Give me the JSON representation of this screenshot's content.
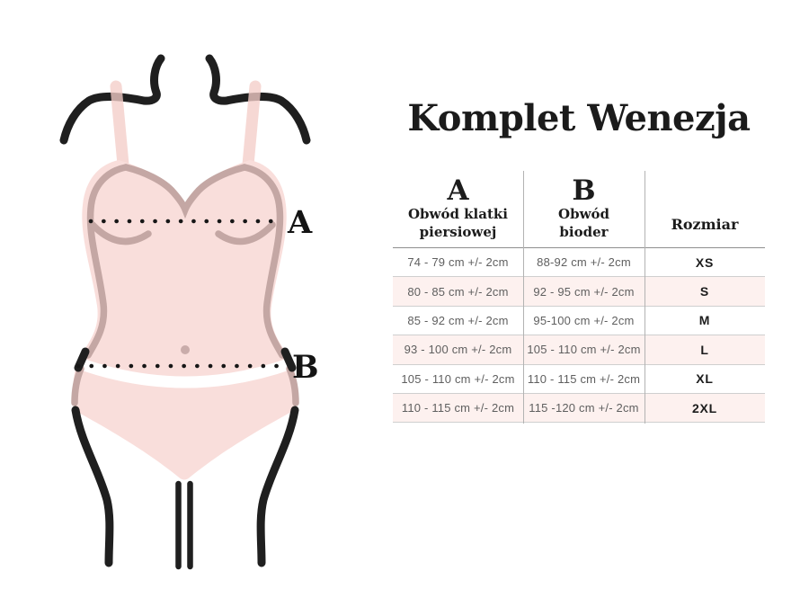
{
  "title": "Komplet Wenezja",
  "figure": {
    "label_a": "A",
    "label_b": "B"
  },
  "size_table": {
    "columns": [
      {
        "letter": "A",
        "label_line1": "Obwód klatki",
        "label_line2": "piersiowej"
      },
      {
        "letter": "B",
        "label_line1": "Obwód",
        "label_line2": "bioder"
      },
      {
        "label": "Rozmiar"
      }
    ],
    "rows": [
      {
        "chest": "74 - 79 cm +/- 2cm",
        "hips": "88-92 cm +/- 2cm",
        "size": "XS"
      },
      {
        "chest": "80 - 85 cm +/- 2cm",
        "hips": "92 - 95 cm +/- 2cm",
        "size": "S"
      },
      {
        "chest": "85 - 92 cm +/- 2cm",
        "hips": "95-100 cm +/- 2cm",
        "size": "M"
      },
      {
        "chest": "93 - 100 cm +/- 2cm",
        "hips": "105 - 110 cm +/- 2cm",
        "size": "L"
      },
      {
        "chest": "105 - 110 cm +/- 2cm",
        "hips": "110 - 115 cm +/- 2cm",
        "size": "XL"
      },
      {
        "chest": "110 - 115 cm +/- 2cm",
        "hips": "115 -120 cm +/- 2cm",
        "size": "2XL"
      }
    ]
  },
  "colors": {
    "body_pink": "#f9dedb",
    "strap_pink": "#f3cdc8",
    "outline_mauve": "#c4a7a4",
    "line_black": "#1f1f1f",
    "row_highlight": "#fdf1ef"
  }
}
